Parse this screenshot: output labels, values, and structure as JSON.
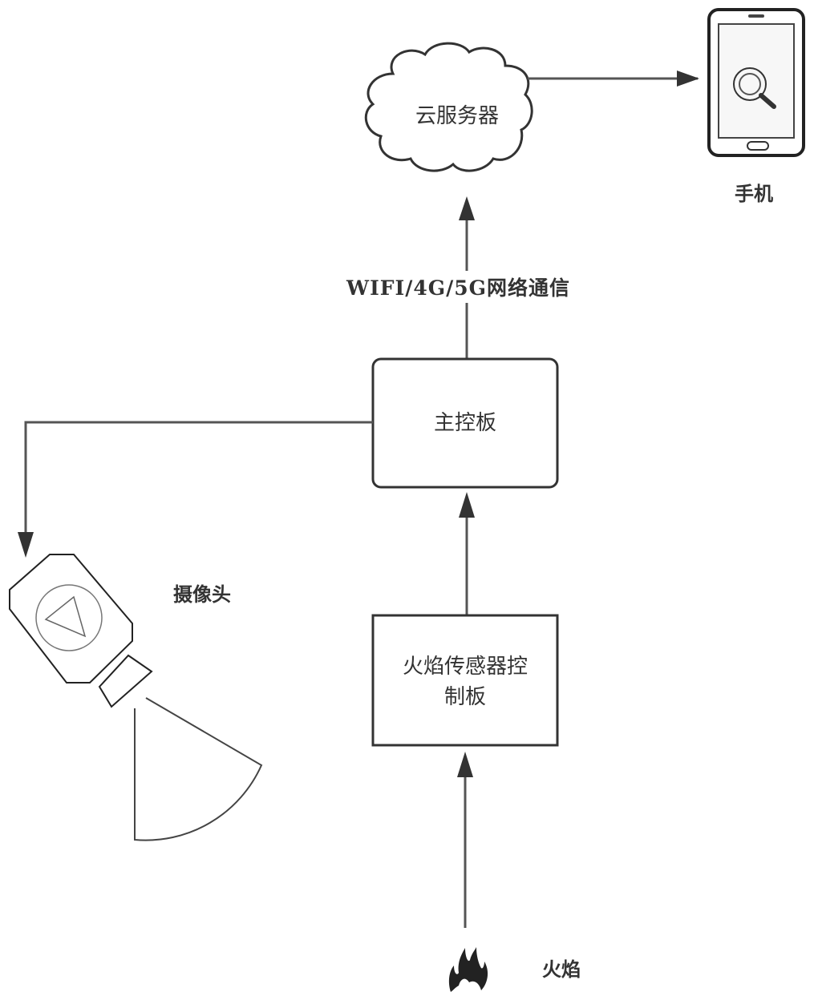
{
  "diagram": {
    "colors": {
      "stroke": "#333333",
      "text": "#333333",
      "background": "#ffffff"
    },
    "nodes": {
      "cloud_server": {
        "label": "云服务器",
        "shape": "cloud"
      },
      "phone": {
        "label": "手机",
        "icon": "smartphone-search-icon"
      },
      "main_board": {
        "label": "主控板",
        "shape": "rounded-rectangle"
      },
      "flame_sensor_board": {
        "label_line1": "火焰传感器控",
        "label_line2": "制板",
        "shape": "rectangle"
      },
      "camera": {
        "label": "摄像头",
        "icon": "camera-icon"
      },
      "flame": {
        "label": "火焰",
        "icon": "flame-icon"
      }
    },
    "edges": [
      {
        "from": "flame",
        "to": "flame_sensor_board"
      },
      {
        "from": "flame_sensor_board",
        "to": "main_board"
      },
      {
        "from": "main_board",
        "to": "cloud_server",
        "label": "WIFI/4G/5G网络通信"
      },
      {
        "from": "cloud_server",
        "to": "phone"
      },
      {
        "from": "main_board",
        "to": "camera"
      }
    ],
    "network_label": "WIFI/4G/5G网络通信"
  }
}
